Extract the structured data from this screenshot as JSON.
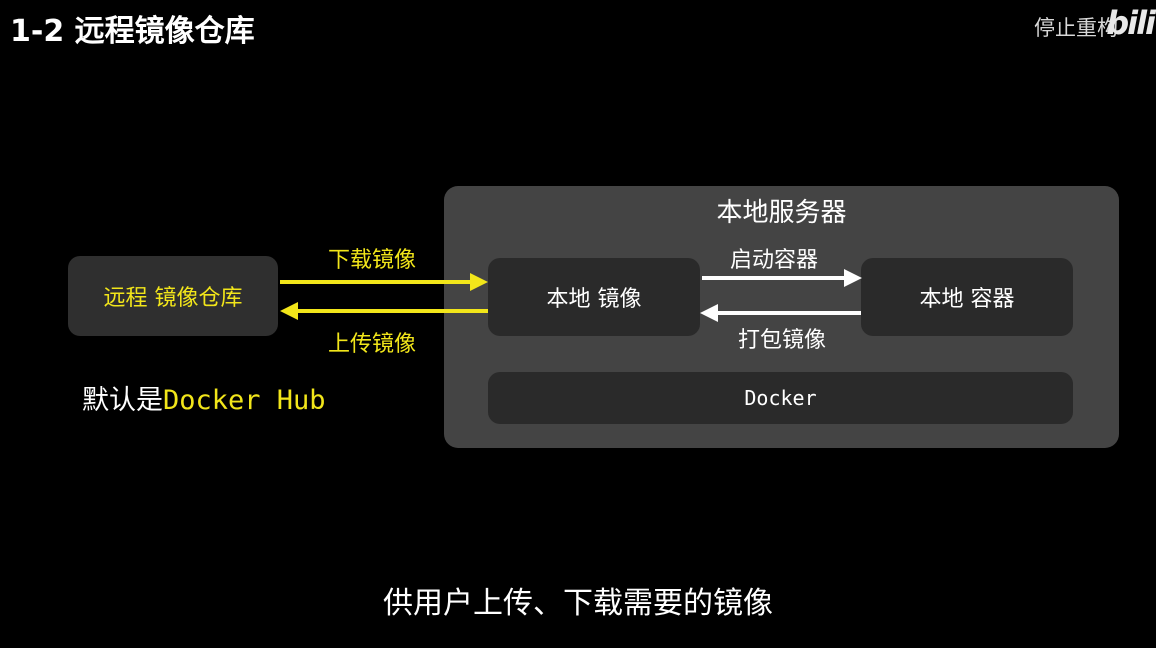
{
  "header": {
    "title": "1-2 远程镜像仓库",
    "channel_text": "停止重构",
    "channel_logo": "bili"
  },
  "diagram": {
    "remote_repo": "远程 镜像仓库",
    "download_label": "下载镜像",
    "upload_label": "上传镜像",
    "server_title": "本地服务器",
    "local_image": "本地 镜像",
    "local_container": "本地 容器",
    "start_label": "启动容器",
    "pack_label": "打包镜像",
    "docker": "Docker",
    "default_prefix": "默认是",
    "default_hub": "Docker Hub"
  },
  "subtitle": "供用户上传、下载需要的镜像",
  "colors": {
    "accent_yellow": "#f2e61a",
    "panel": "#444444",
    "box": "#2a2a2a",
    "background": "#000000"
  }
}
